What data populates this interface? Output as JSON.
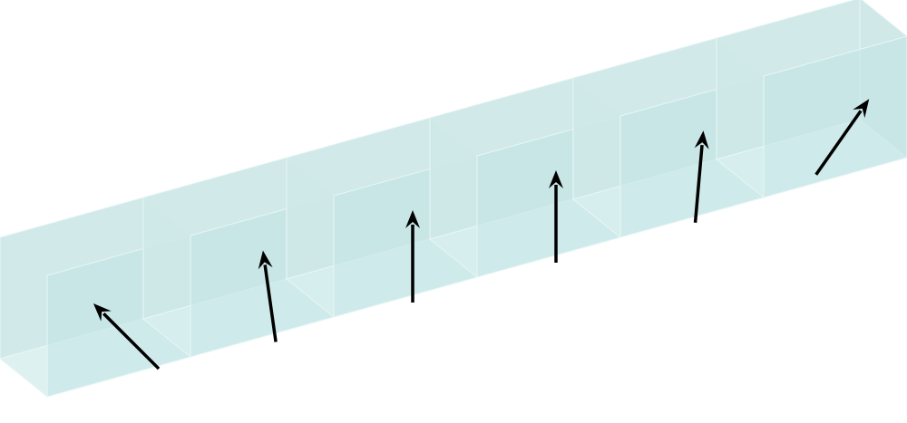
{
  "diagram": {
    "cell_count": 6,
    "colors": {
      "back_face": "#cfe8e8",
      "floor": "#d8eeee",
      "side_wall": "#a9d6d6",
      "front_face": "#c2e3e3",
      "edge": "#e8f6f6",
      "arrow": "#000000"
    },
    "cells": [
      {
        "arrow_angle_deg": -45
      },
      {
        "arrow_angle_deg": -8
      },
      {
        "arrow_angle_deg": 0
      },
      {
        "arrow_angle_deg": 0
      },
      {
        "arrow_angle_deg": 5
      },
      {
        "arrow_angle_deg": 35
      }
    ]
  }
}
